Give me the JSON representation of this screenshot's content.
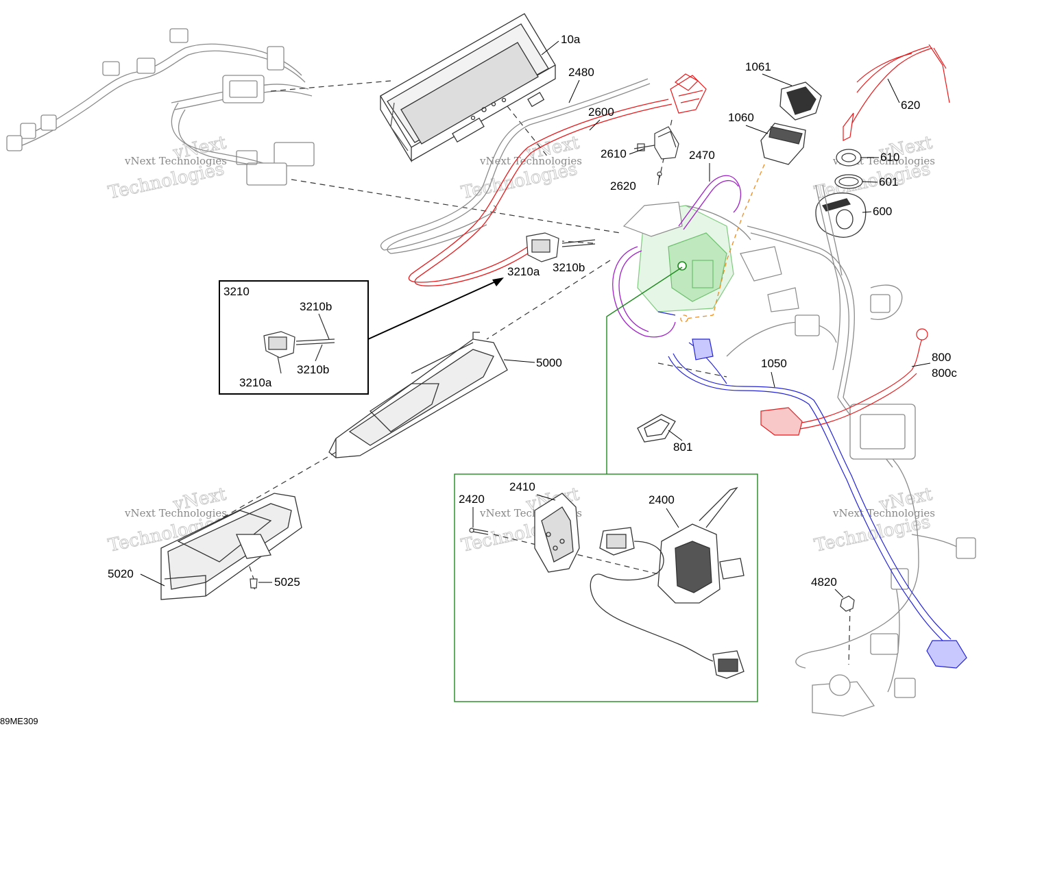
{
  "diagram_code": "89ME309",
  "watermark": {
    "line1": "vNext Technologies",
    "line2": "vNext",
    "line3": "Technologies"
  },
  "colors": {
    "outline": "#8a8a8a",
    "dark": "#333333",
    "red": "#e8191b",
    "purple": "#a020c8",
    "blue": "#2323d8",
    "orange": "#f08a1c",
    "green_box": "#1e8a1e",
    "green_fill": "#bfe8bf"
  },
  "callouts": {
    "c10a": "10a",
    "c2480": "2480",
    "c2600": "2600",
    "c2610": "2610",
    "c2620": "2620",
    "c2470": "2470",
    "c1061": "1061",
    "c1060": "1060",
    "c620": "620",
    "c610": "610",
    "c601": "601",
    "c600": "600",
    "c3210a": "3210a",
    "c3210b": "3210b",
    "c5000": "5000",
    "c1050": "1050",
    "c800": "800",
    "c800c": "800c",
    "c801": "801",
    "c5020": "5020",
    "c5025": "5025",
    "c2410": "2410",
    "c2420": "2420",
    "c2400": "2400",
    "c4820": "4820"
  },
  "detail_3210": {
    "title": "3210",
    "label_b_top": "3210b",
    "label_a": "3210a",
    "label_b_bottom": "3210b"
  }
}
